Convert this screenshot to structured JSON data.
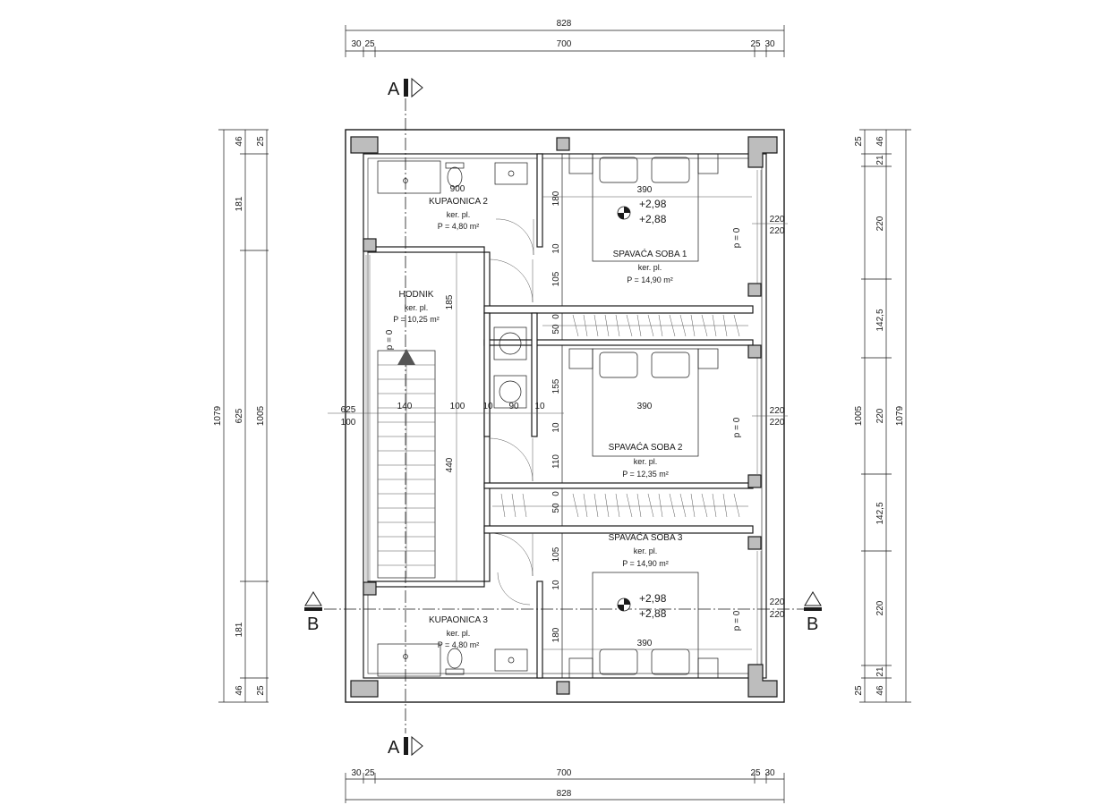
{
  "rooms": {
    "kupaonica2": {
      "name": "KUPAONICA 2",
      "floor": "ker. pl.",
      "area": "P = 4,80 m²"
    },
    "hodnik": {
      "name": "HODNIK",
      "floor": "ker. pl.",
      "area": "P = 10,25 m²"
    },
    "spavaca1": {
      "name": "SPAVAĆA SOBA 1",
      "floor": "ker. pl.",
      "area": "P = 14,90 m²"
    },
    "spavaca2": {
      "name": "SPAVAĆA SOBA 2",
      "floor": "ker. pl.",
      "area": "P = 12,35 m²"
    },
    "spavaca3": {
      "name": "SPAVAĆA SOBA 3",
      "floor": "ker. pl.",
      "area": "P = 14,90 m²"
    },
    "kupaonica3": {
      "name": "KUPAONICA 3",
      "floor": "ker. pl.",
      "area": "P = 4,80 m²"
    }
  },
  "levels": {
    "top": "+2,98",
    "bottom": "+2,88"
  },
  "sections": {
    "a": "A",
    "b": "B"
  },
  "dims": {
    "total_width": "828",
    "inner_width": "700",
    "d30": "30",
    "d25": "25",
    "total_height": "1079",
    "inner_height": "1005",
    "d46": "46",
    "d181": "181",
    "d625": "625",
    "d220": "220",
    "d142_5": "142,5",
    "d21": "21",
    "d100": "100",
    "d140": "140",
    "d10": "10",
    "d90": "90",
    "d390": "390",
    "d180": "180",
    "d105": "105",
    "d110": "110",
    "d155": "155",
    "d185": "185",
    "d440": "440",
    "d50": "50",
    "d0": "0",
    "p0": "p = 0",
    "d900": "900"
  }
}
